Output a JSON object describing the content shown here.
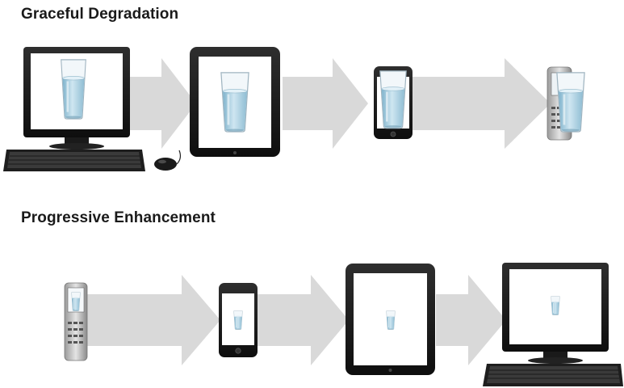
{
  "sections": {
    "graceful": {
      "title": "Graceful Degradation",
      "sequence": [
        "desktop-computer",
        "tablet",
        "smartphone",
        "flip-phone"
      ],
      "content_size": "full-size glass on every device"
    },
    "progressive": {
      "title": "Progressive Enhancement",
      "sequence": [
        "flip-phone",
        "smartphone",
        "tablet",
        "desktop-computer"
      ],
      "content_size": "same small glass on every device"
    }
  },
  "colors": {
    "arrow": "#d9d9d9",
    "device_body": "#1c1c1c",
    "screen": "#ffffff",
    "glass_water": "#a9cfe2"
  },
  "icons": [
    "monitor-icon",
    "keyboard-icon",
    "mouse-icon",
    "tablet-icon",
    "smartphone-icon",
    "flip-phone-icon",
    "water-glass-icon",
    "arrow-icon"
  ]
}
